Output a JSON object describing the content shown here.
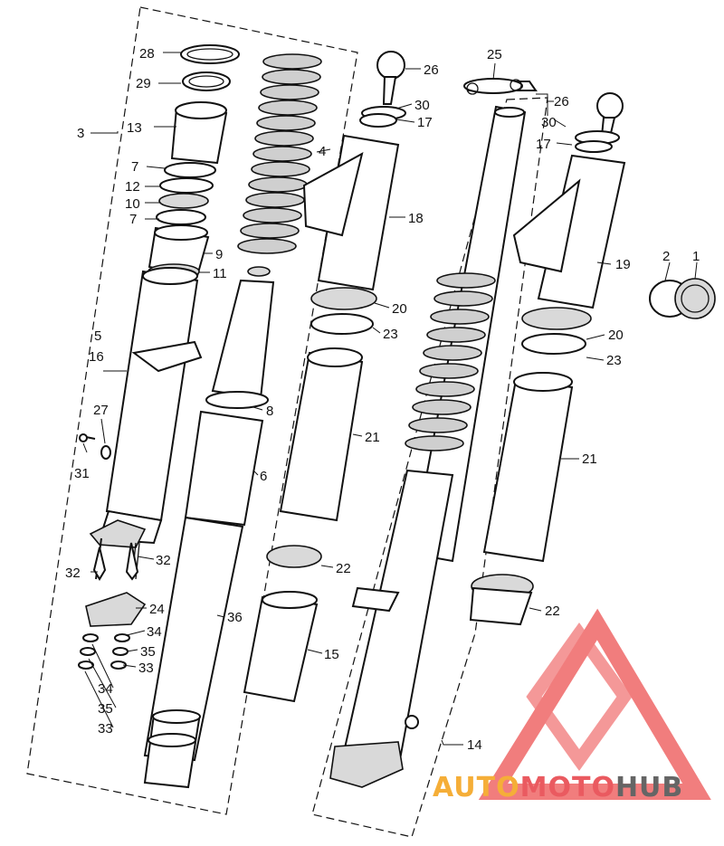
{
  "diagram": {
    "callouts": [
      "1",
      "2",
      "3",
      "4",
      "5",
      "6",
      "7",
      "8",
      "9",
      "10",
      "11",
      "12",
      "13",
      "14",
      "15",
      "16",
      "17",
      "18",
      "19",
      "20",
      "21",
      "22",
      "23",
      "24",
      "25",
      "26",
      "27",
      "28",
      "29",
      "30",
      "31",
      "32",
      "33",
      "34",
      "35",
      "36"
    ]
  },
  "watermark": {
    "text_part1": "AUTO",
    "text_part2": "MOTO",
    "text_part3": "HUB",
    "colors": {
      "orange": "#f5a623",
      "red": "#e8494f",
      "gray": "#555555",
      "triangle": "#f07070"
    }
  }
}
